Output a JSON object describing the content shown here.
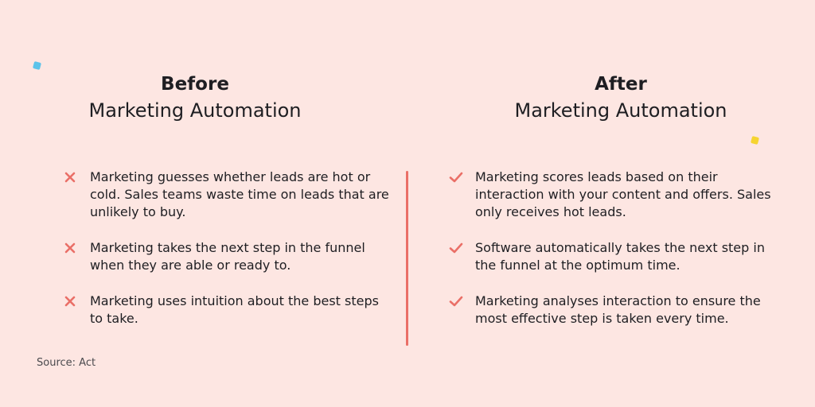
{
  "colors": {
    "background": "#fde6e2",
    "accent": "#ea6f67",
    "text": "#1e1e22",
    "deco_blue": "#5cc3ea",
    "deco_yellow": "#f6d430"
  },
  "before": {
    "title_line1": "Before",
    "title_line2": "Marketing Automation",
    "icon": "cross-icon",
    "items": [
      "Marketing guesses whether leads are hot or cold. Sales teams waste time on leads that are unlikely to buy.",
      "Marketing takes the next step in the funnel when they are able or ready to.",
      "Marketing uses intuition about the best steps to take."
    ]
  },
  "after": {
    "title_line1": "After",
    "title_line2": "Marketing Automation",
    "icon": "checkmark-icon",
    "items": [
      "Marketing scores leads based on their interaction with your content and offers. Sales only receives hot leads.",
      "Software automatically takes the next step in the funnel at the optimum time.",
      "Marketing analyses interaction to ensure the most effective step is taken every time."
    ]
  },
  "source": "Source: Act"
}
